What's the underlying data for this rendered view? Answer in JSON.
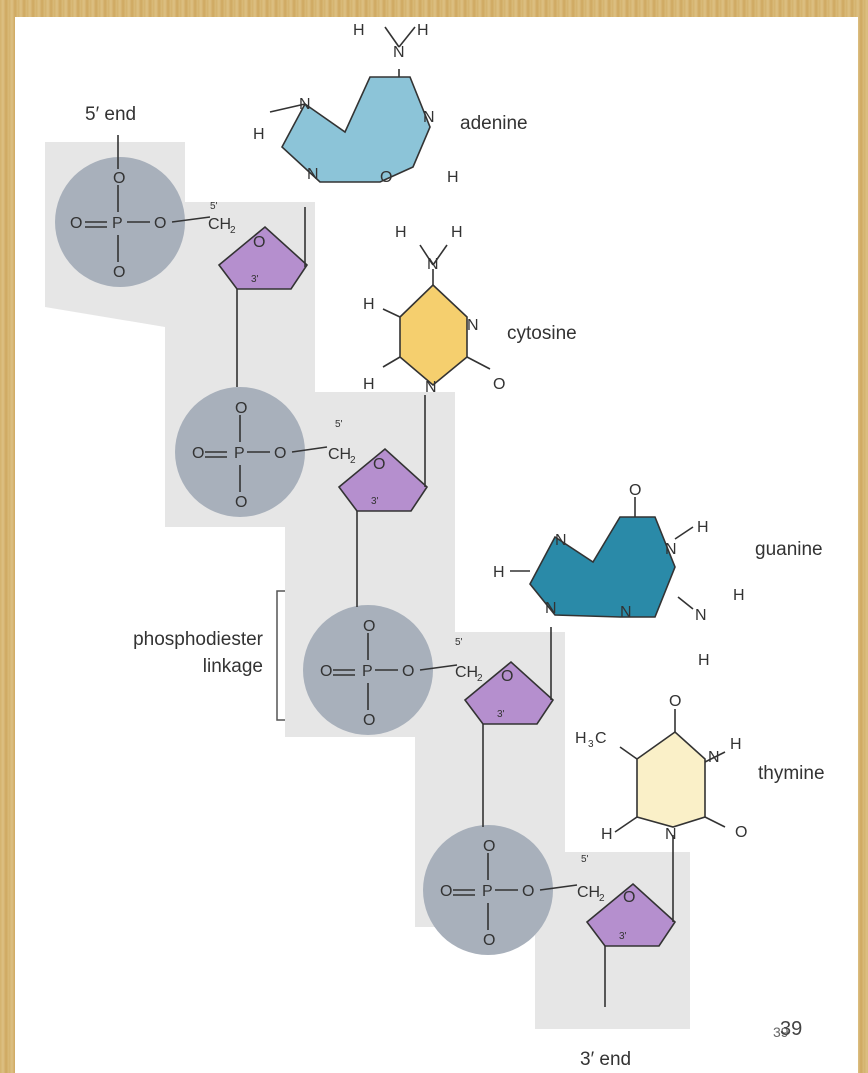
{
  "labels": {
    "five_prime_end": "5′ end",
    "three_prime_end": "3′ end",
    "phosphodiester_line1": "phosphodiester",
    "phosphodiester_line2": "linkage",
    "page_number": "39",
    "page_number_shadow": "39"
  },
  "bases": [
    {
      "name": "adenine",
      "color": "#8cc4d8"
    },
    {
      "name": "cytosine",
      "color": "#f5cf6e"
    },
    {
      "name": "guanine",
      "color": "#2a8aa8"
    },
    {
      "name": "thymine",
      "color": "#faf0c8"
    }
  ],
  "atoms": {
    "P": "P",
    "O": "O",
    "N": "N",
    "H": "H",
    "C": "CH",
    "sub2": "2",
    "H3C": "H",
    "sub3": "3",
    "CH": "C"
  },
  "primes": {
    "five": "5'",
    "three": "3'"
  },
  "colors": {
    "backbone": "#e6e6e6",
    "phosphate": "#a8b0bb",
    "sugar": "#b58fce",
    "border": "#d4b26c"
  }
}
